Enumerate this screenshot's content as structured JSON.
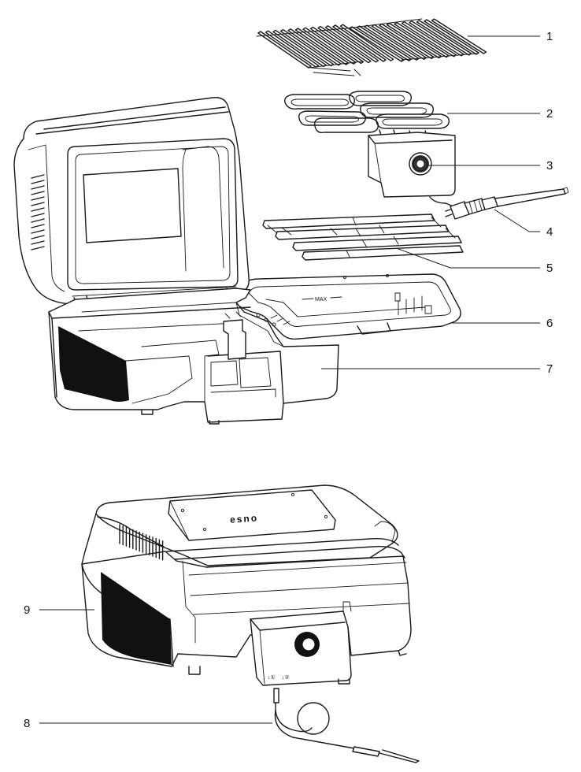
{
  "callouts": [
    {
      "label": "1"
    },
    {
      "label": "2"
    },
    {
      "label": "3"
    },
    {
      "label": "4"
    },
    {
      "label": "5"
    },
    {
      "label": "6"
    },
    {
      "label": "7"
    },
    {
      "label": "8"
    },
    {
      "label": "9"
    }
  ],
  "basin_marking": "MAX",
  "brand_mark": "esno",
  "connector_marks": {
    "left": "↓①",
    "right": "↓②"
  },
  "icons": [
    "grill-grate-icon",
    "heating-element-icon",
    "control-box-icon",
    "temperature-probe-icon",
    "drip-tray-icon",
    "water-basin-icon",
    "base-housing-icon",
    "assembled-grill-icon",
    "probe-cable-icon"
  ]
}
